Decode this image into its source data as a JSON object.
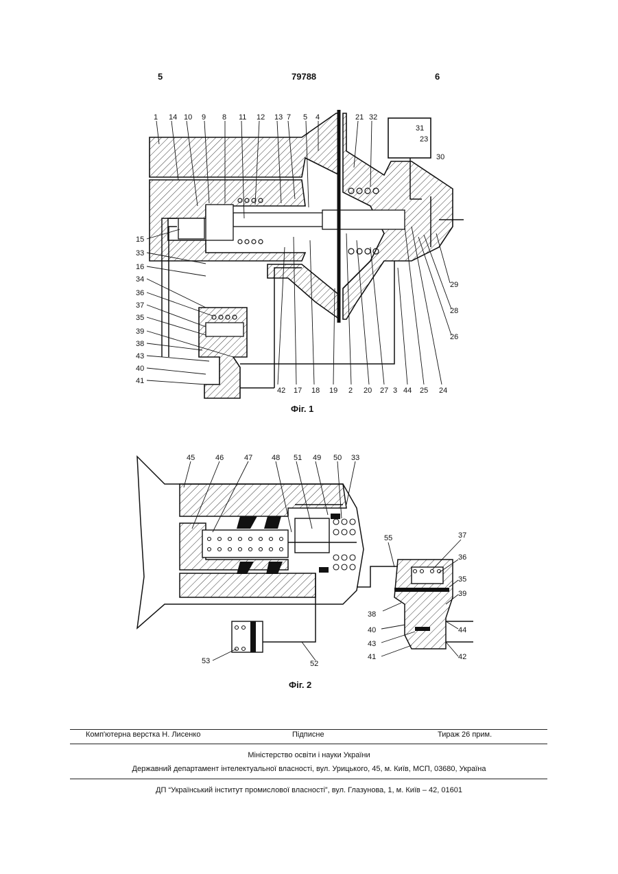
{
  "header": {
    "page_left": "5",
    "patent_number": "79788",
    "page_right": "6"
  },
  "figure1": {
    "caption": "Фіг. 1",
    "labels_top": [
      "1",
      "14",
      "10",
      "9",
      "8",
      "11",
      "12",
      "13",
      "7",
      "5",
      "4",
      "21",
      "32",
      "31",
      "23",
      "30"
    ],
    "labels_left": [
      "15",
      "33",
      "16",
      "34",
      "36",
      "37",
      "35",
      "39",
      "38",
      "43",
      "40",
      "41"
    ],
    "labels_bottom": [
      "42",
      "17",
      "18",
      "19",
      "2",
      "20",
      "27",
      "3",
      "44",
      "25",
      "24"
    ],
    "labels_right": [
      "29",
      "28",
      "26"
    ]
  },
  "figure2": {
    "caption": "Фіг. 2",
    "labels_top": [
      "45",
      "46",
      "47",
      "48",
      "51",
      "49",
      "50",
      "33"
    ],
    "labels_right": [
      "55",
      "37",
      "36",
      "35",
      "39",
      "44",
      "42"
    ],
    "labels_left": [
      "38",
      "40",
      "43",
      "41",
      "53",
      "52"
    ]
  },
  "footer": {
    "layout": "Комп'ютерна верстка Н. Лисенко",
    "signed": "Підписне",
    "circulation": "Тираж 26 прим.",
    "ministry": "Міністерство освіти і науки України",
    "department": "Державний департамент інтелектуальної власності, вул. Урицького, 45, м. Київ, МСП, 03680, Україна",
    "institute": "ДП “Український інститут промислової власності”, вул. Глазунова, 1, м. Київ – 42, 01601"
  },
  "colors": {
    "ink": "#111111",
    "paper": "#ffffff"
  }
}
